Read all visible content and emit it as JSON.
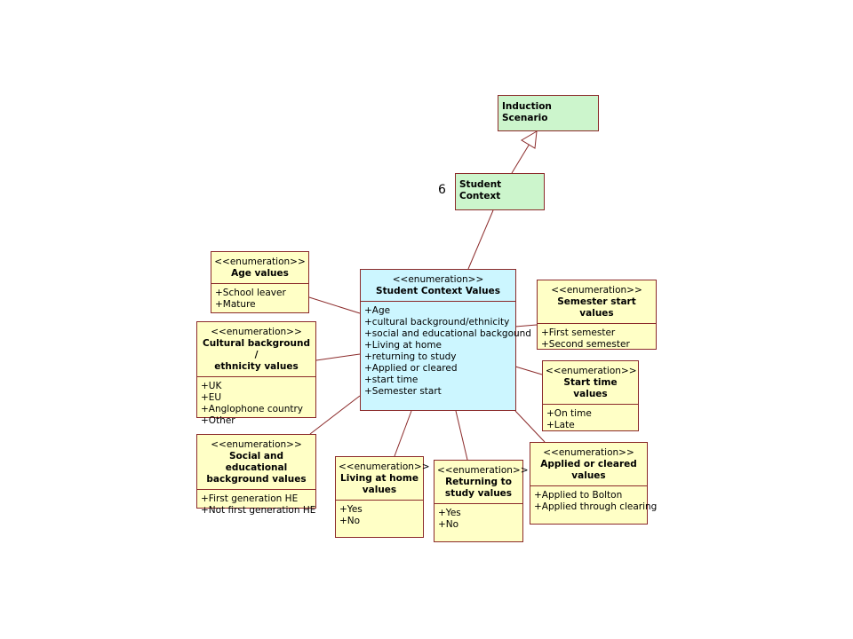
{
  "colors": {
    "border": "#8b2a2a",
    "enumeration_fill": "#ffffc6",
    "context_fill": "#ccf5cc",
    "central_fill": "#ccf6ff"
  },
  "multiplicity": "6",
  "induction": {
    "title": "Induction Scenario"
  },
  "student_context": {
    "title": "Student Context"
  },
  "central": {
    "stereotype": "<<enumeration>>",
    "title": "Student Context Values",
    "attributes": [
      "+Age",
      "+cultural background/ethnicity",
      "+social and educational backgound",
      "+Living at home",
      "+returning to study",
      "+Applied or cleared",
      "+start time",
      "+Semester start"
    ]
  },
  "age": {
    "stereotype": "<<enumeration>>",
    "title": "Age values",
    "attributes": [
      "+School leaver",
      "+Mature"
    ]
  },
  "cultural": {
    "stereotype": "<<enumeration>>",
    "title_1": "Cultural background /",
    "title_2": "ethnicity values",
    "attributes": [
      "+UK",
      "+EU",
      "+Anglophone country",
      "+Other"
    ]
  },
  "social": {
    "stereotype": "<<enumeration>>",
    "title_1": "Social and educational",
    "title_2": "background values",
    "attributes": [
      "+First generation HE",
      "+Not first generation HE"
    ]
  },
  "living": {
    "stereotype": "<<enumeration>>",
    "title_1": "Living at home",
    "title_2": "values",
    "attributes": [
      "+Yes",
      "+No"
    ]
  },
  "returning": {
    "stereotype": "<<enumeration>>",
    "title_1": "Returning to",
    "title_2": "study values",
    "attributes": [
      "+Yes",
      "+No"
    ]
  },
  "applied": {
    "stereotype": "<<enumeration>>",
    "title_1": "Applied or cleared",
    "title_2": "values",
    "attributes": [
      "+Applied to Bolton",
      "+Applied through clearing"
    ]
  },
  "semester": {
    "stereotype": "<<enumeration>>",
    "title": "Semester start values",
    "attributes": [
      "+First semester",
      "+Second semester"
    ]
  },
  "start_time": {
    "stereotype": "<<enumeration>>",
    "title": "Start time values",
    "attributes": [
      "+On time",
      "+Late"
    ]
  }
}
